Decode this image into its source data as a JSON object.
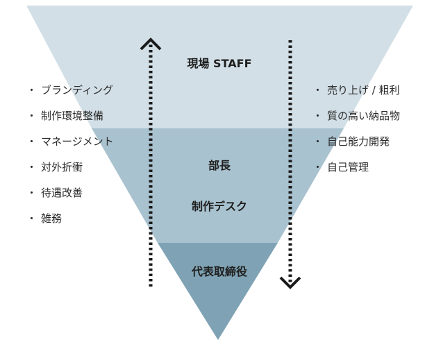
{
  "tiers": [
    {
      "id": "staff",
      "labels": [
        "現場 STAFF"
      ],
      "color": "#d2dfe6"
    },
    {
      "id": "middle",
      "labels": [
        "部長",
        "制作デスク"
      ],
      "color": "#a9c2cf"
    },
    {
      "id": "ceo",
      "labels": [
        "代表取締役"
      ],
      "color": "#7fa3b4"
    }
  ],
  "bullet": "・",
  "left_items": [
    "ブランディング",
    "制作環境整備",
    "マネージメント",
    "対外折衝",
    "待遇改善",
    "雑務"
  ],
  "right_items": [
    "売り上げ / 粗利",
    "質の高い納品物",
    "自己能力開発",
    "自己管理"
  ],
  "arrows": [
    {
      "id": "up-arrow",
      "direction": "up"
    },
    {
      "id": "down-arrow",
      "direction": "down"
    }
  ],
  "colors": {
    "arrow": "#1a1a1a",
    "text": "#1f1f1f"
  }
}
